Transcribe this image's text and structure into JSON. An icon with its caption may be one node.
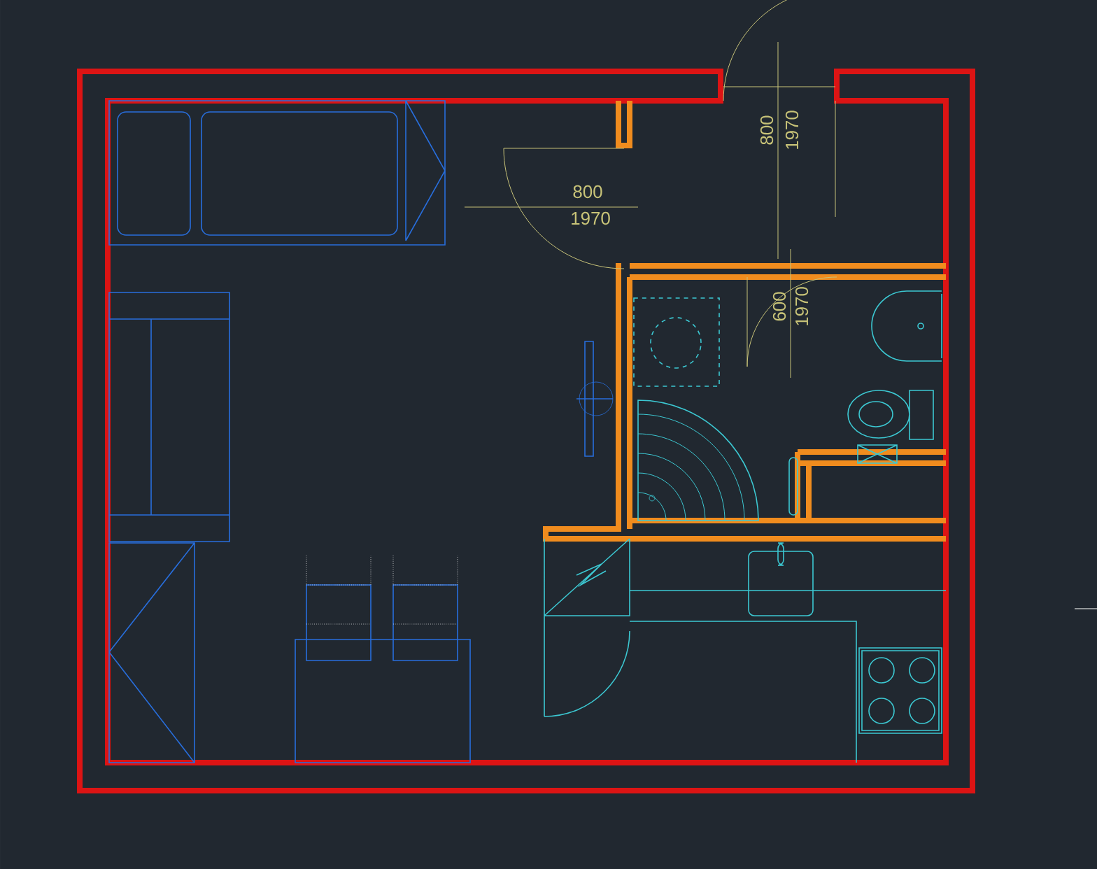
{
  "diagram": {
    "labels": [
      "800",
      "1970",
      "800",
      "1970",
      "600",
      "1970"
    ]
  }
}
